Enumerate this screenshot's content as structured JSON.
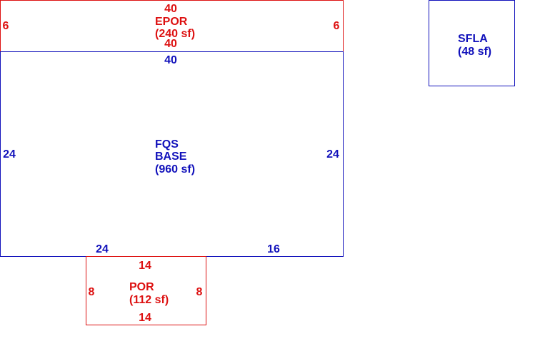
{
  "colors": {
    "red": "#dd1111",
    "blue": "#1111bb"
  },
  "areas": {
    "epor": {
      "name": "EPOR",
      "area": "(240 sf)",
      "dim_top": "40",
      "dim_bottom": "40",
      "dim_left": "6",
      "dim_right": "6"
    },
    "base": {
      "name_line1": "FQS",
      "name_line2": "BASE",
      "area": "(960 sf)",
      "dim_top": "40",
      "dim_left": "24",
      "dim_right": "24",
      "dim_bottom_left": "24",
      "dim_bottom_right": "16"
    },
    "por": {
      "name": "POR",
      "area": "(112 sf)",
      "dim_top": "14",
      "dim_bottom": "14",
      "dim_left": "8",
      "dim_right": "8"
    },
    "sfla": {
      "name": "SFLA",
      "area": "(48 sf)"
    }
  }
}
